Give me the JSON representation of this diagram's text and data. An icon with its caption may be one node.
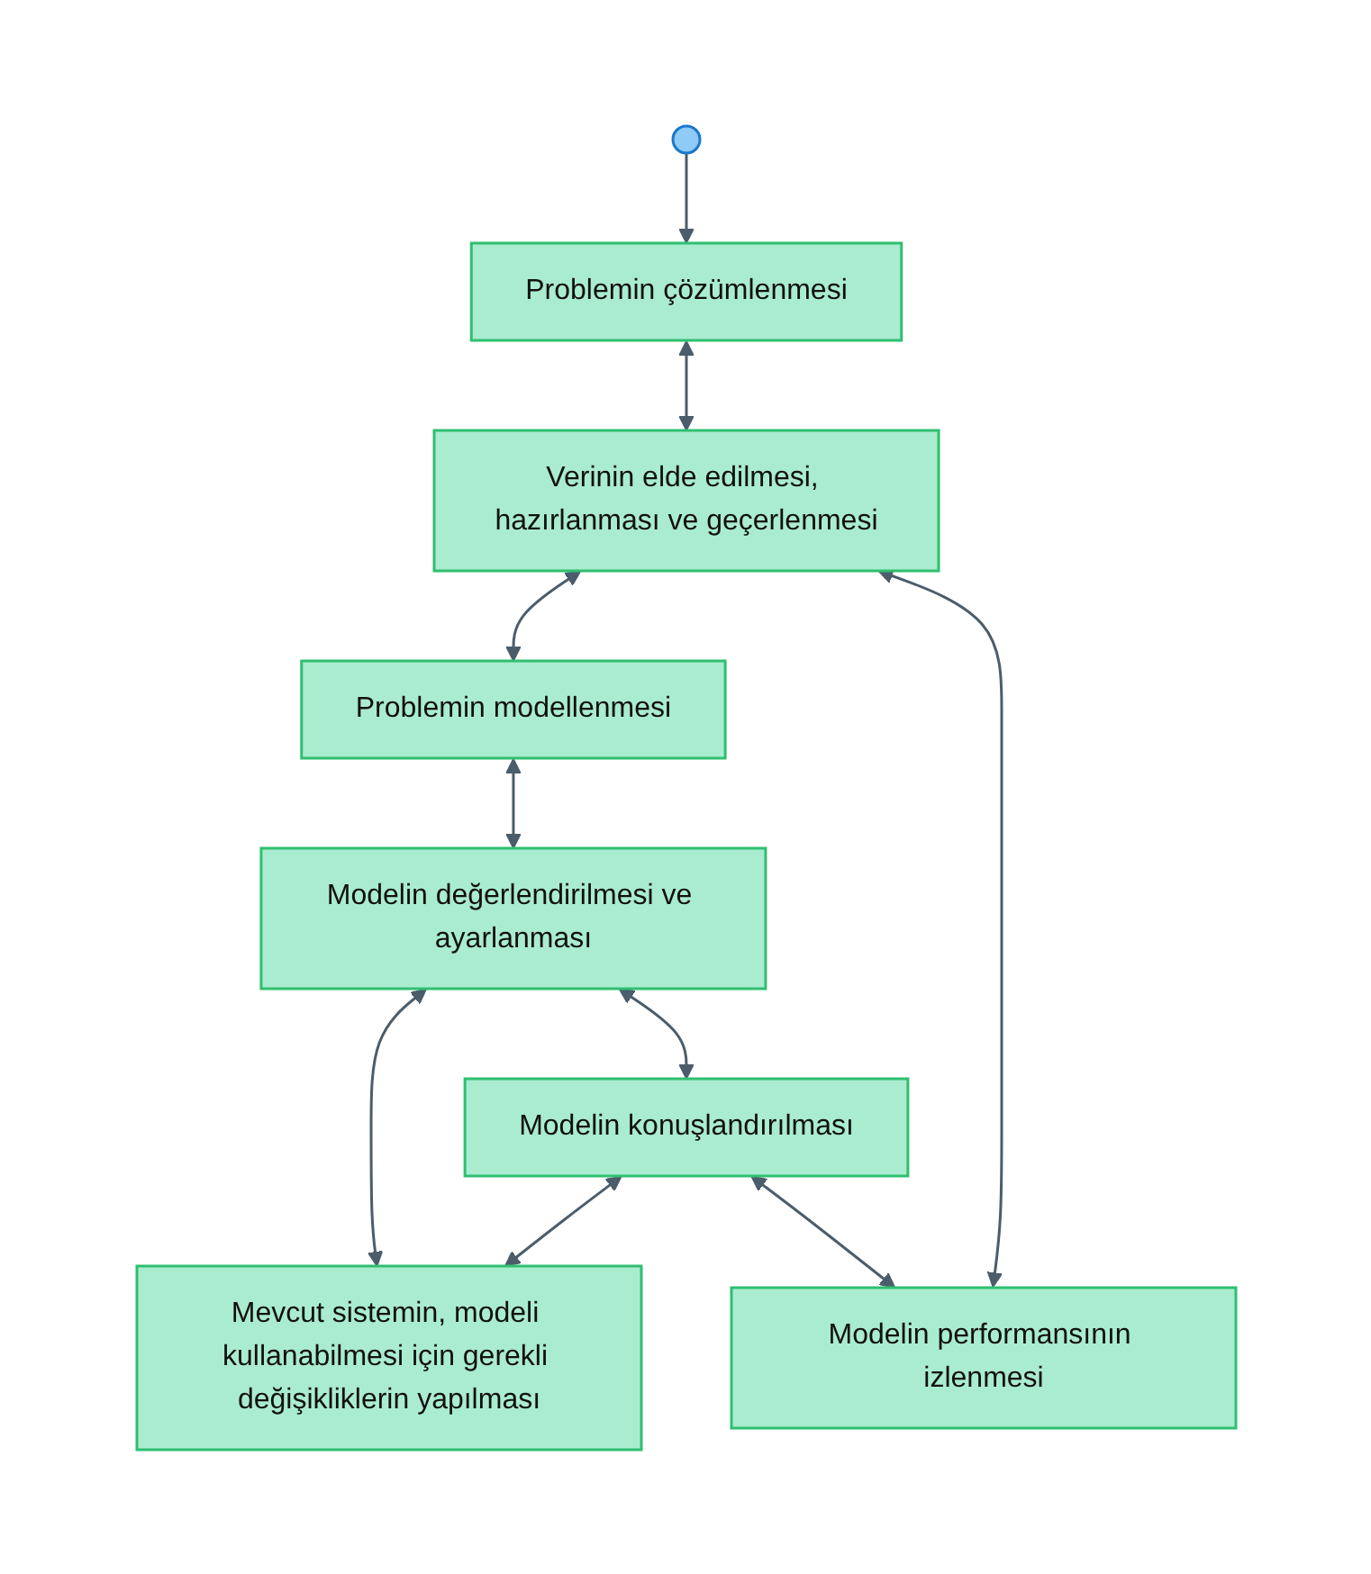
{
  "diagram": {
    "nodes": [
      {
        "text": [],
        "shape": "circle"
      },
      {
        "text": [
          "Problemin çözümlenmesi"
        ]
      },
      {
        "text": [
          "Verinin elde edilmesi, hazırlanması ve geçerlenmesi"
        ]
      },
      {
        "text": [
          "Modelin performansının izlenmesi"
        ]
      },
      {
        "text": [
          "Problemin modellenmesi"
        ]
      },
      {
        "text": [
          "Modelin konuşlandırılması"
        ]
      },
      {
        "text": [
          "Modelin değerlendirilmesi ve ayarlanması"
        ]
      },
      {
        "text": [
          "Mevcut sistemin, modeli kullanabilmesi için gerekli değişikliklerin yapılması"
        ]
      }
    ],
    "edges": [
      {
        "from": 0,
        "to": 1,
        "arrow": "to"
      },
      {
        "from": 1,
        "to": 2,
        "arrow": "both"
      },
      {
        "from": 2,
        "to": 4,
        "arrow": "both"
      },
      {
        "from": 4,
        "to": 6,
        "arrow": "both"
      },
      {
        "from": 6,
        "to": 5,
        "arrow": "both"
      },
      {
        "from": 6,
        "to": 7,
        "arrow": "both"
      },
      {
        "from": 5,
        "to": 7,
        "arrow": "both"
      },
      {
        "from": 5,
        "to": 3,
        "arrow": "both"
      },
      {
        "from": 3,
        "to": 2,
        "arrow": "both"
      }
    ]
  }
}
